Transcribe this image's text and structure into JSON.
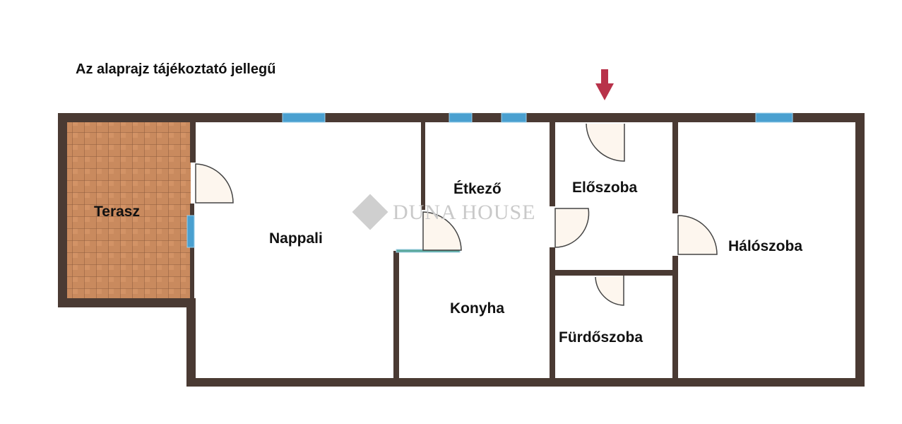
{
  "title": "Az alaprajz tájékoztató jellegű",
  "watermark": "DUNA HOUSE",
  "rooms": {
    "terasz": "Terasz",
    "nappali": "Nappali",
    "etkezo": "Étkező",
    "konyha": "Konyha",
    "eloszoba": "Előszoba",
    "furdoszoba": "Fürdőszoba",
    "haloszoba": "Hálószoba"
  },
  "colors": {
    "wall": "#4a3a33",
    "tile": "#c98a5e",
    "window": "#4aa0d0",
    "door": "#fdf6ee",
    "arrow": "#b8324a"
  }
}
